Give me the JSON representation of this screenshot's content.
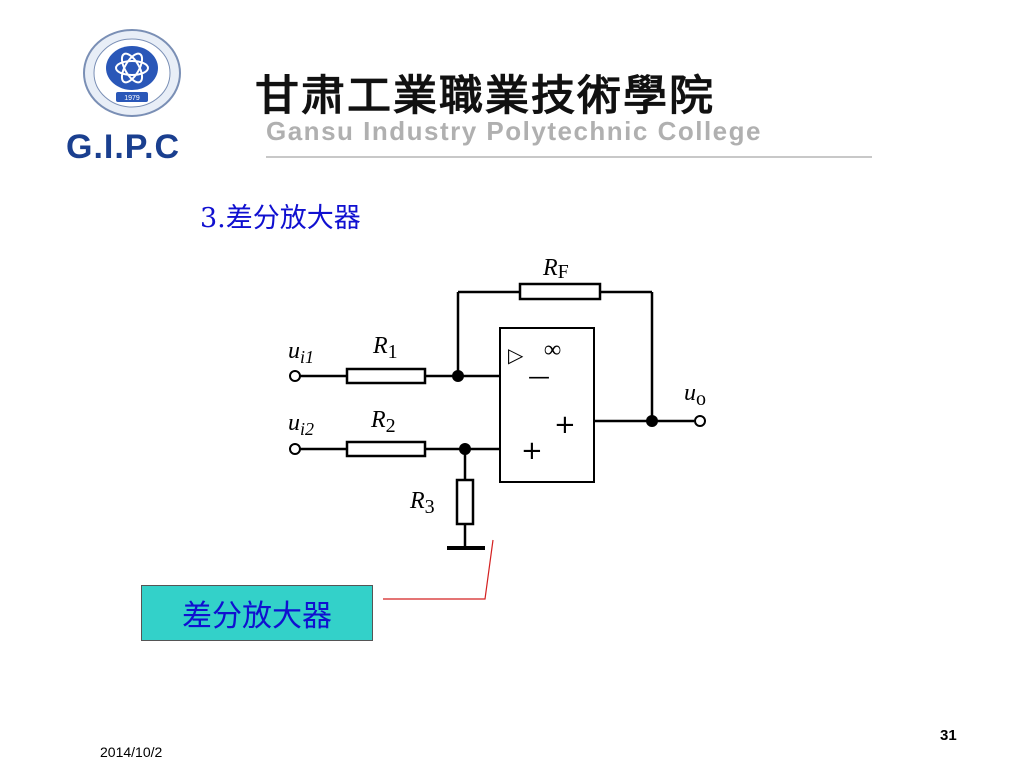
{
  "header": {
    "acronym": "G.I.P.C",
    "college_name_cn": "甘肃工業職業技術學院",
    "college_name_en": "Gansu Industry Polytechnic College",
    "seal_year": "1979"
  },
  "section": {
    "number": "3.",
    "title": "差分放大器"
  },
  "circuit": {
    "labels": {
      "rf": "R",
      "rf_sub": "F",
      "r1": "R",
      "r1_sub": "1",
      "r2": "R",
      "r2_sub": "2",
      "r3": "R",
      "r3_sub": "3",
      "ui1": "u",
      "ui1_sub": "i1",
      "ui2": "u",
      "ui2_sub": "i2",
      "uo": "u",
      "uo_sub": "o",
      "opamp_triangle": "▷",
      "opamp_infinity": "∞",
      "inverting": "—",
      "noninverting": "+",
      "output_plus": "+"
    }
  },
  "callout": {
    "label": "差分放大器"
  },
  "footer": {
    "page_number": "31",
    "date": "2014/10/2"
  },
  "colors": {
    "accent": "#1010d0",
    "callout_bg": "#33d1c9",
    "brand_blue": "#1a3f8f"
  }
}
